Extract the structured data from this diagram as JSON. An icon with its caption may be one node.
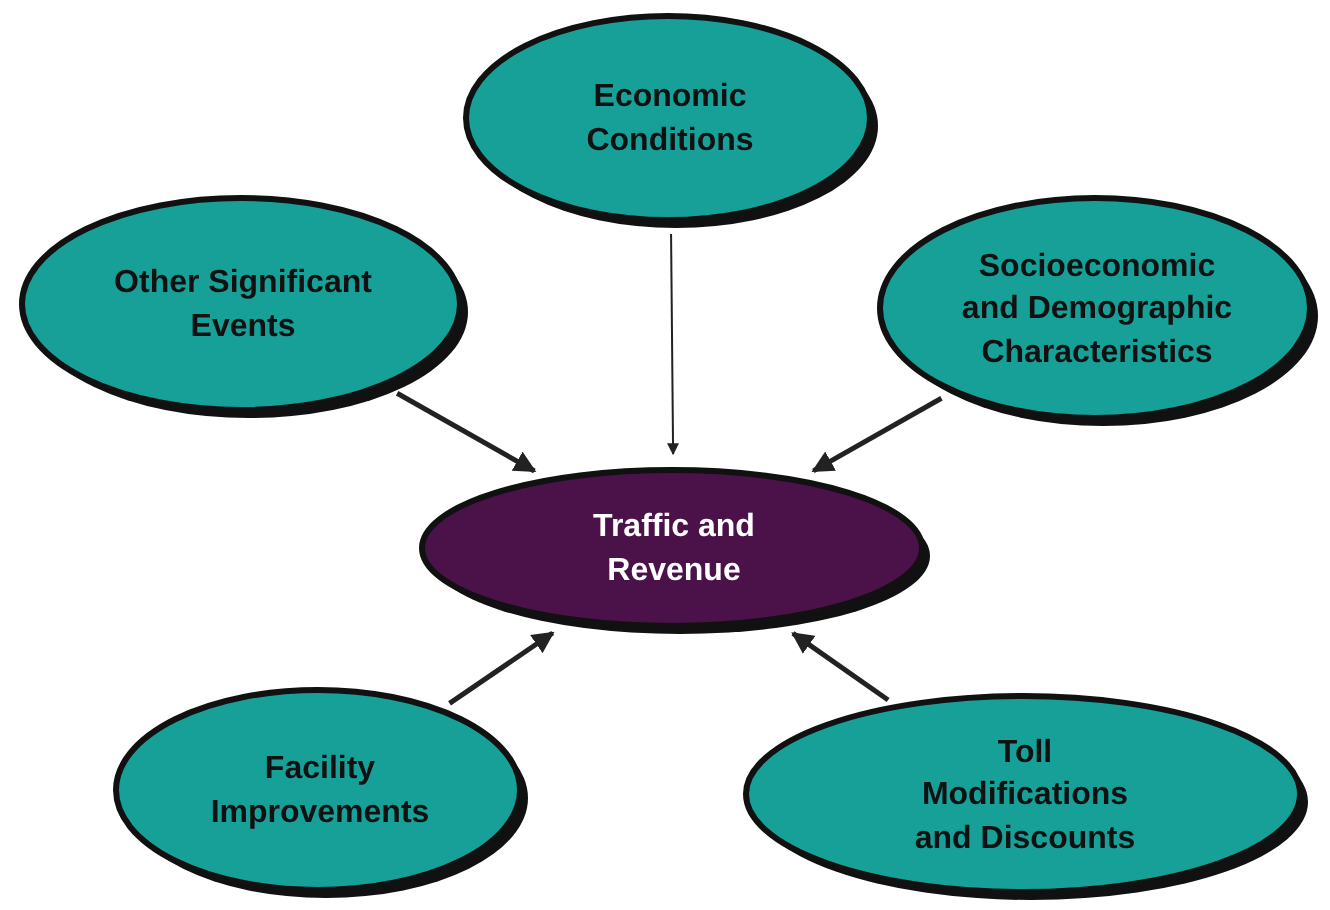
{
  "diagram": {
    "nodes": [
      {
        "text": [
          "Economic Conditions"
        ]
      },
      {
        "text": [
          "Other Significant Events"
        ]
      },
      {
        "text": [
          "Socioeconomic and Demographic Characteristics"
        ]
      },
      {
        "text": [
          "Traffic and Revenue"
        ]
      },
      {
        "text": [
          "Facility Improvements"
        ]
      },
      {
        "text": [
          "Toll Modifications and Discounts"
        ]
      }
    ],
    "edges": [
      {
        "from": 0,
        "to": 3,
        "arrow": "to"
      },
      {
        "from": 1,
        "to": 3,
        "arrow": "to"
      },
      {
        "from": 2,
        "to": 3,
        "arrow": "to"
      },
      {
        "from": 4,
        "to": 3,
        "arrow": "to"
      },
      {
        "from": 5,
        "to": 3,
        "arrow": "to"
      }
    ]
  }
}
